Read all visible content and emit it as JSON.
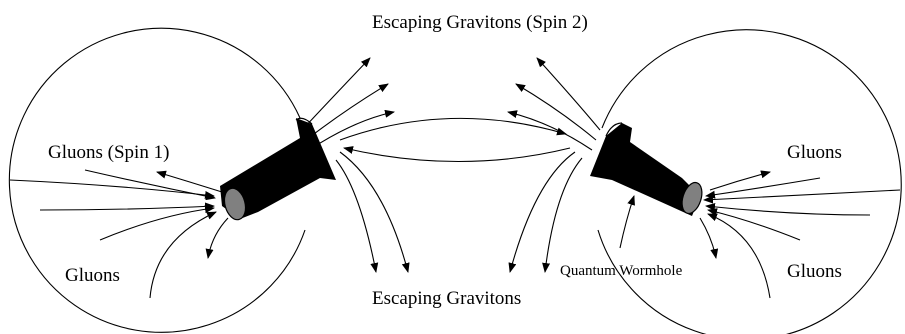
{
  "labels": {
    "top_gravitons": "Escaping Gravitons (Spin 2)",
    "bottom_gravitons": "Escaping Gravitons",
    "left_gluons_spin": "Gluons (Spin 1)",
    "left_gluons_bottom": "Gluons",
    "right_gluons_top": "Gluons",
    "right_gluons_bottom": "Gluons",
    "wormhole": "Quantum Wormhole"
  },
  "colors": {
    "ink": "#000000",
    "mouth_fill": "#808080",
    "background": "#ffffff"
  }
}
